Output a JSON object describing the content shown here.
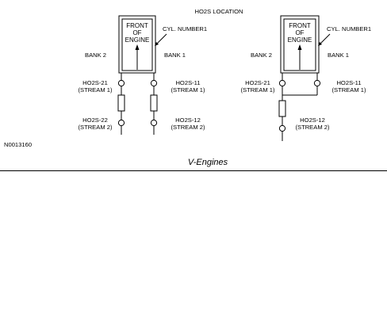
{
  "title": "HO2S LOCATION",
  "figure_id": "N0013160",
  "caption": "V-Engines",
  "left_diagram": {
    "engine_label": [
      "FRONT",
      "OF",
      "ENGINE"
    ],
    "cyl_label": "CYL. NUMBER1",
    "bank_left": "BANK 2",
    "bank_right": "BANK 1",
    "s21": [
      "HO2S-21",
      "(STREAM 1)"
    ],
    "s11": [
      "HO2S-11",
      "(STREAM 1)"
    ],
    "s22": [
      "HO2S-22",
      "(STREAM 2)"
    ],
    "s12": [
      "HO2S-12",
      "(STREAM 2)"
    ]
  },
  "right_diagram": {
    "engine_label": [
      "FRONT",
      "OF",
      "ENGINE"
    ],
    "cyl_label": "CYL. NUMBER1",
    "bank_left": "BANK 2",
    "bank_right": "BANK 1",
    "s21": [
      "HO2S-21",
      "(STREAM 1)"
    ],
    "s11": [
      "HO2S-11",
      "(STREAM 1)"
    ],
    "s12": [
      "HO2S-12",
      "(STREAM 2)"
    ]
  }
}
